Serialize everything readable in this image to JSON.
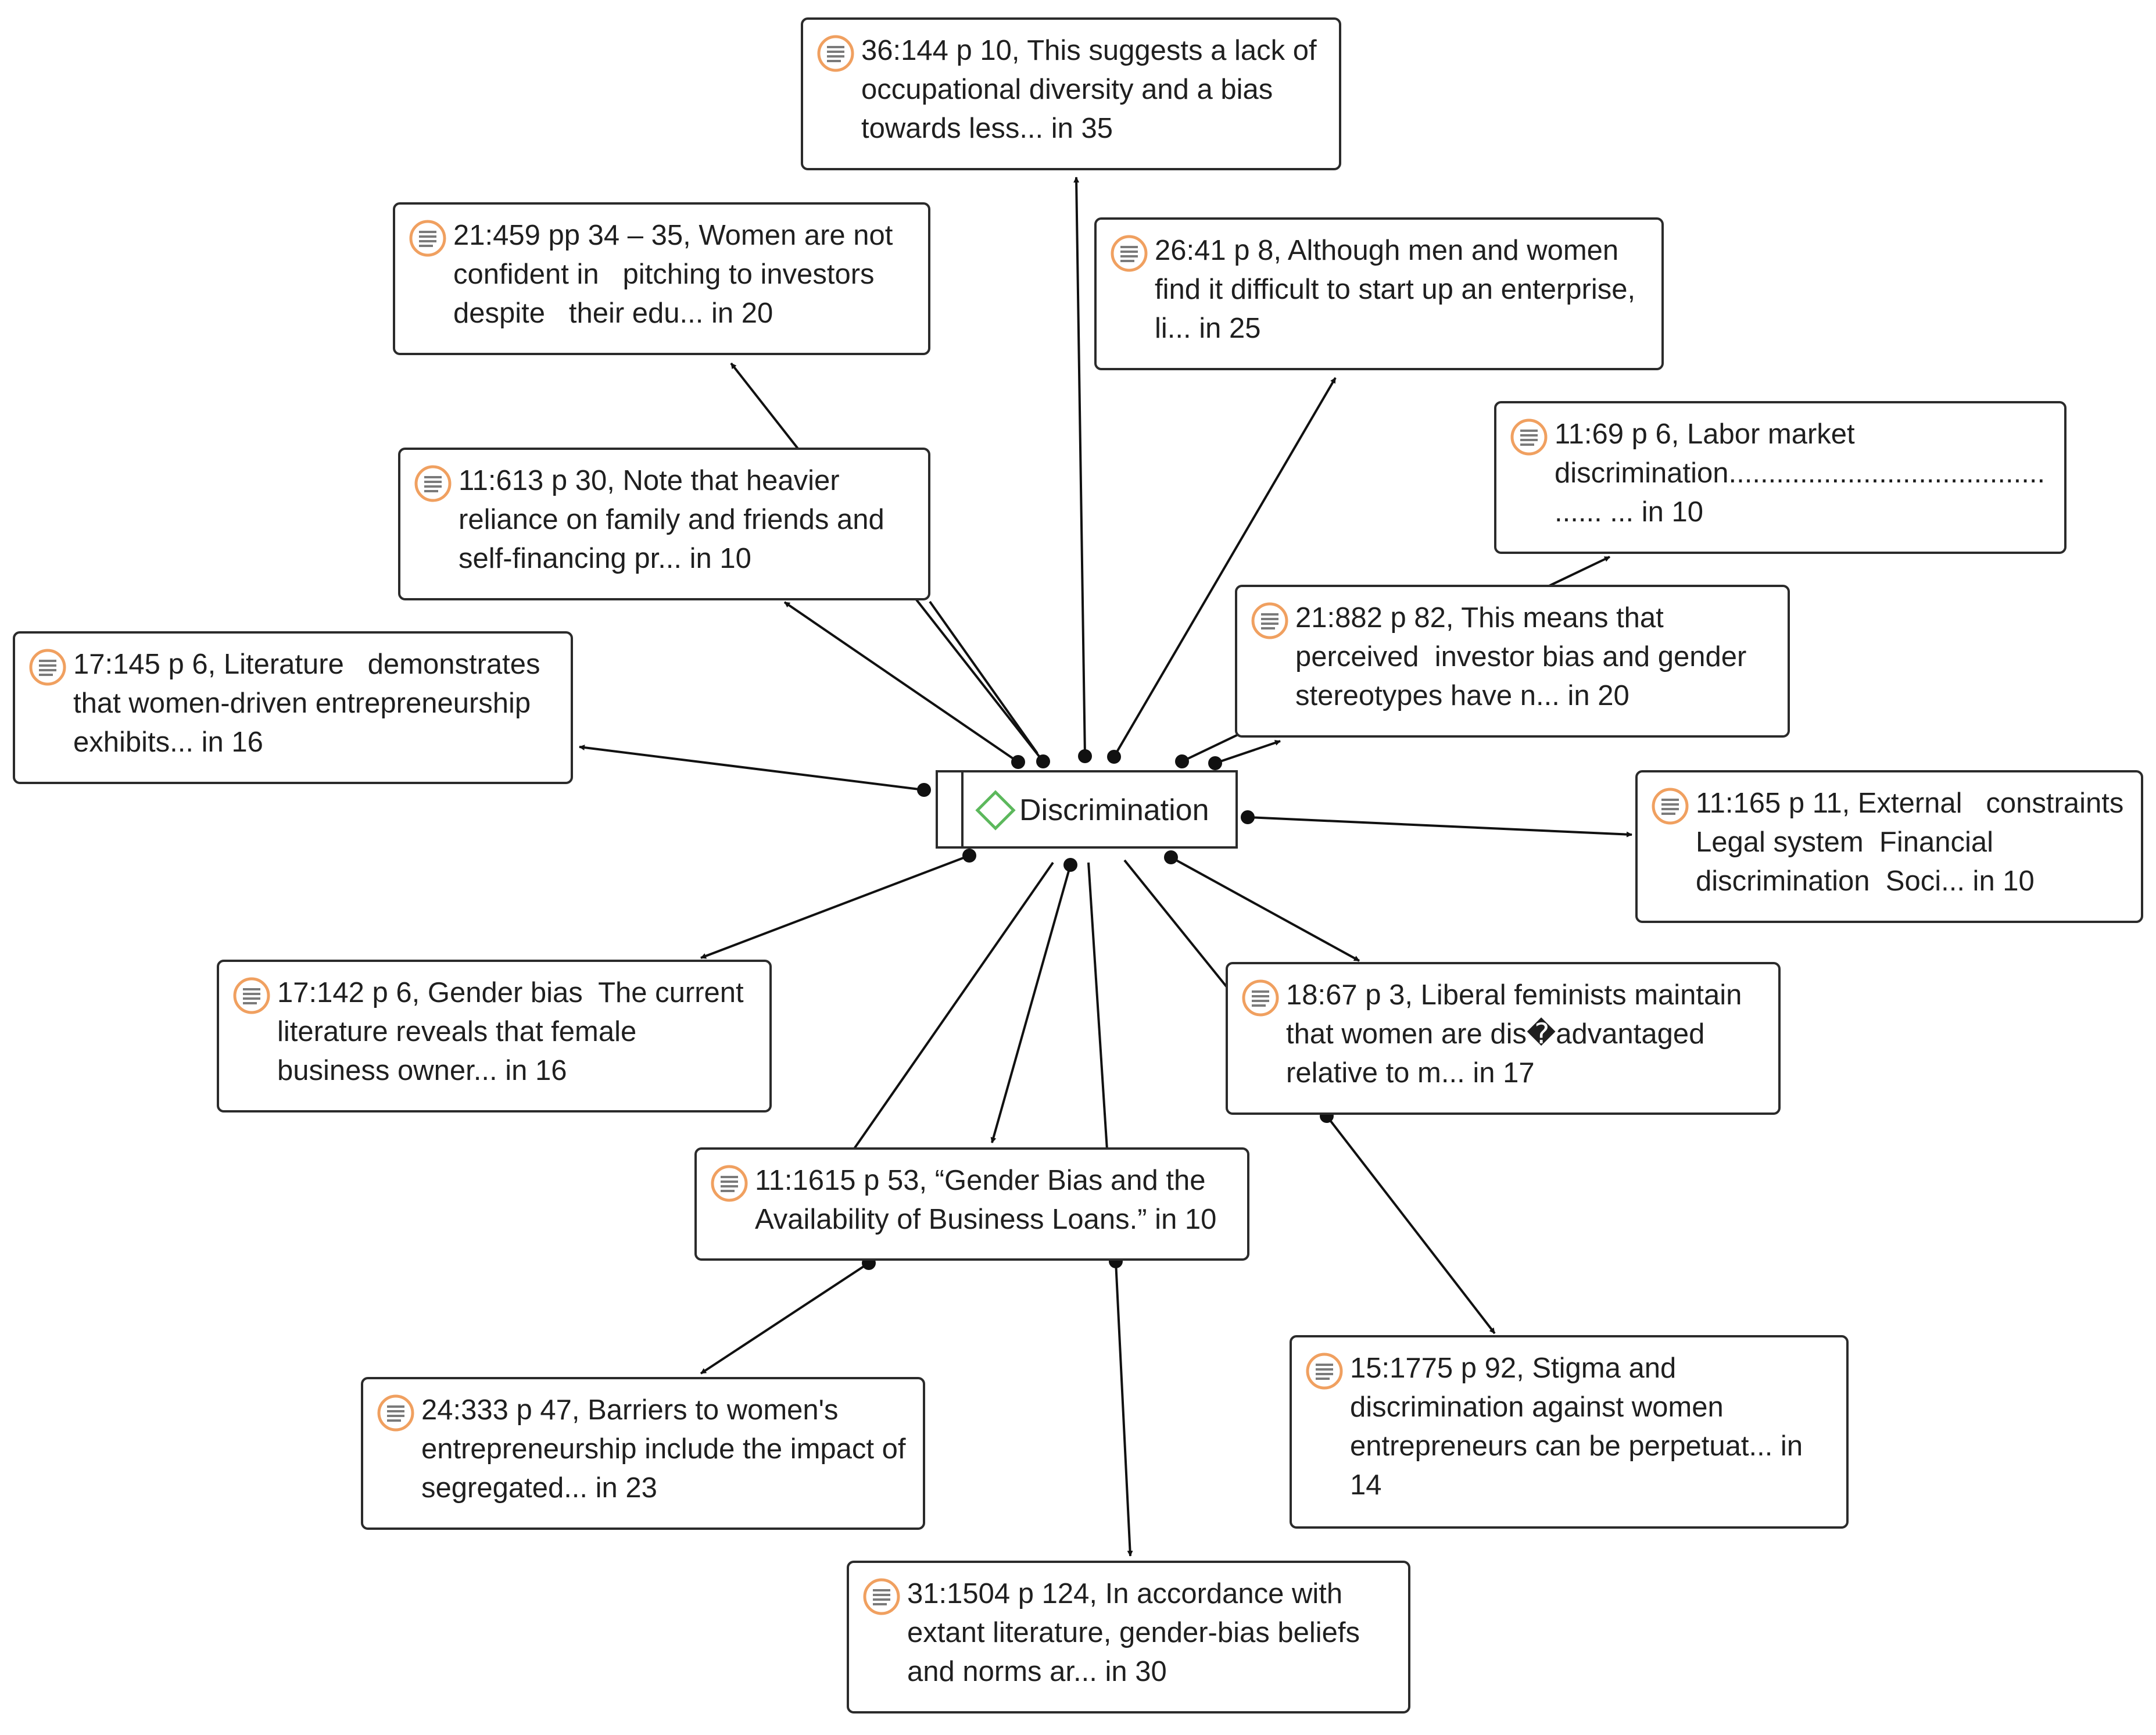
{
  "network": {
    "code": {
      "label": "Discrimination",
      "icon": "code-diamond-icon",
      "icon_color": "#5cb85c"
    },
    "quotation_icon": "quotation-document-icon",
    "quotation_icon_color": "#f0a060",
    "quotations": [
      {
        "id": "q-36-144",
        "text": "36:144 p 10, This suggests a lack of occupational diversity and a bias towards less... in 35"
      },
      {
        "id": "q-21-459",
        "text": "21:459 pp 34 – 35, Women are not confident in   pitching to investors despite   their edu... in 20"
      },
      {
        "id": "q-26-41",
        "text": "26:41 p 8, Although men and women find it difficult to start up an enterprise, li... in 25"
      },
      {
        "id": "q-11-69",
        "text": "11:69 p 6, Labor market discrimination.............................................. ... in 10"
      },
      {
        "id": "q-11-613",
        "text": "11:613 p 30, Note that heavier reliance on family and friends and self-financing pr... in 10"
      },
      {
        "id": "q-21-882",
        "text": "21:882 p 82, This means that perceived  investor bias and gender stereotypes have n... in 20"
      },
      {
        "id": "q-17-145",
        "text": "17:145 p 6, Literature   demonstrates that women-driven entrepreneurship exhibits... in 16"
      },
      {
        "id": "q-11-165",
        "text": "11:165 p 11, External   constraints Legal system  Financial discrimination  Soci... in 10"
      },
      {
        "id": "q-17-142",
        "text": "17:142 p 6, Gender bias  The current literature reveals that female business owner... in 16"
      },
      {
        "id": "q-18-67",
        "text": "18:67 p 3, Liberal feminists maintain that women are dis�advantaged relative to m... in 17"
      },
      {
        "id": "q-11-1615",
        "text": "11:1615 p 53, “Gender Bias and the Availability of Business Loans.” in 10"
      },
      {
        "id": "q-24-333",
        "text": "24:333 p 47, Barriers to women's entrepreneurship include the impact of segregated... in 23"
      },
      {
        "id": "q-15-1775",
        "text": "15:1775 p 92, Stigma and discrimination against women entrepreneurs can be perpetuat... in 14"
      },
      {
        "id": "q-31-1504",
        "text": "31:1504 p 124, In accordance with extant literature, gender-bias beliefs and norms ar... in 30"
      }
    ]
  }
}
